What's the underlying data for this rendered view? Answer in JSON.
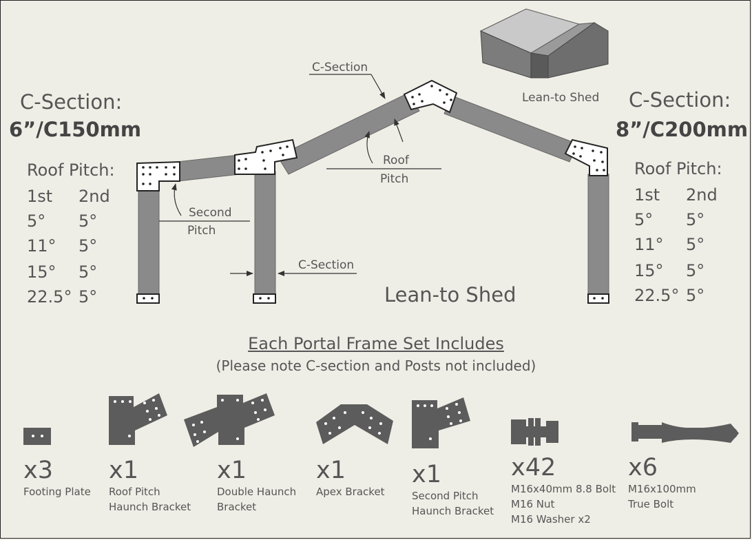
{
  "left_spec": {
    "section_title": "C-Section:",
    "section_size": "6”/C150mm",
    "pitch_title": "Roof Pitch:",
    "col_headers": [
      "1st",
      "2nd"
    ],
    "rows": [
      [
        "5°",
        "5°"
      ],
      [
        "11°",
        "5°"
      ],
      [
        "15°",
        "5°"
      ],
      [
        "22.5°",
        "5°"
      ]
    ]
  },
  "right_spec": {
    "section_title": "C-Section:",
    "section_size": "8”/C200mm",
    "pitch_title": "Roof Pitch:",
    "col_headers": [
      "1st",
      "2nd"
    ],
    "rows": [
      [
        "5°",
        "5°"
      ],
      [
        "11°",
        "5°"
      ],
      [
        "15°",
        "5°"
      ],
      [
        "22.5°",
        "5°"
      ]
    ]
  },
  "diagram_labels": {
    "c_section_top": "C-Section",
    "roof_pitch_line1": "Roof",
    "roof_pitch_line2": "Pitch",
    "second_pitch_line1": "Second",
    "second_pitch_line2": "Pitch",
    "c_section_post": "C-Section",
    "lean_to_main": "Lean-to Shed",
    "lean_to_thumb": "Lean-to Shed"
  },
  "includes": {
    "title": "Each Portal Frame Set Includes",
    "note": "(Please note C-section and Posts not included)",
    "items": [
      {
        "qty": "x3",
        "lines": [
          "Footing Plate"
        ]
      },
      {
        "qty": "x1",
        "lines": [
          "Roof Pitch",
          "Haunch Bracket"
        ]
      },
      {
        "qty": "x1",
        "lines": [
          "Double Haunch",
          "Bracket"
        ]
      },
      {
        "qty": "x1",
        "lines": [
          "Apex Bracket"
        ]
      },
      {
        "qty": "x1",
        "lines": [
          "Second Pitch",
          "Haunch Bracket"
        ]
      },
      {
        "qty": "x42",
        "lines": [
          "M16x40mm 8.8 Bolt",
          "M16 Nut",
          "M16 Washer x2"
        ]
      },
      {
        "qty": "x6",
        "lines": [
          "M16x100mm",
          "True Bolt"
        ]
      }
    ]
  },
  "colors": {
    "beam": "#8a8a8a",
    "bracket": "#ffffff",
    "part": "#5c5c5c",
    "background": "#efeee6"
  }
}
